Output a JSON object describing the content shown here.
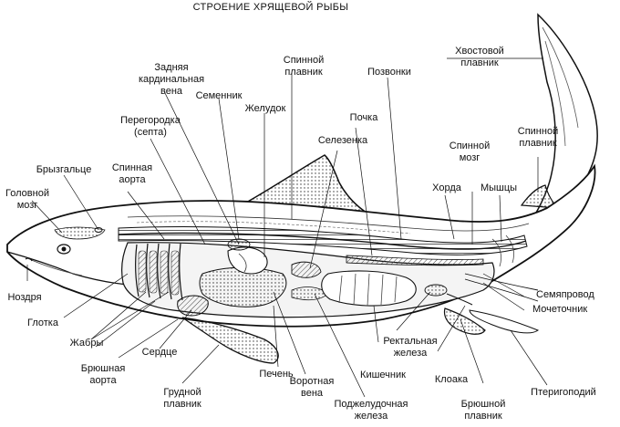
{
  "title": "СТРОЕНИЕ ХРЯЩЕВОЙ РЫБЫ",
  "labels": {
    "zadnyaya_vena": "Задняя\nкардинальная\nвена",
    "spinnoy_plavnik_1": "Спинной\nплавник",
    "pozvonki": "Позвонки",
    "khvostovoy": "Хвостовой\nплавник",
    "semennik": "Семенник",
    "zheludok": "Желудок",
    "peregorodka": "Перегородка\n(септа)",
    "pochka": "Почка",
    "selezenka": "Селезенка",
    "spinnoy_mozg": "Спинной\nмозг",
    "spinnoy_plavnik_2": "Спинной\nплавник",
    "bryzgaltse": "Брызгальце",
    "spinnaya_aorta": "Спинная\nаорта",
    "golovnoy_mozg": "Головной\nмозг",
    "khorda": "Хорда",
    "myshtsy": "Мышцы",
    "nozdrya": "Ноздря",
    "glotka": "Глотка",
    "semyaprovod": "Семяпровод",
    "mochetochnik": "Мочеточник",
    "zhabry": "Жабры",
    "serdtse": "Сердце",
    "rektalnaya": "Ректальная\nжелеза",
    "bryushnaya_aorta": "Брюшная\nаорта",
    "kishechnik": "Кишечник",
    "kloaka": "Клоака",
    "pecheni": "Печень",
    "vorotnaya_vena": "Воротная\nвена",
    "pterigopodiy": "Птеригоподий",
    "grudnoy_plavnik": "Грудной\nплавник",
    "podzheludochnaya": "Поджелудочная\nжелеза",
    "bryushnoy_plavnik": "Брюшной\nплавник"
  }
}
